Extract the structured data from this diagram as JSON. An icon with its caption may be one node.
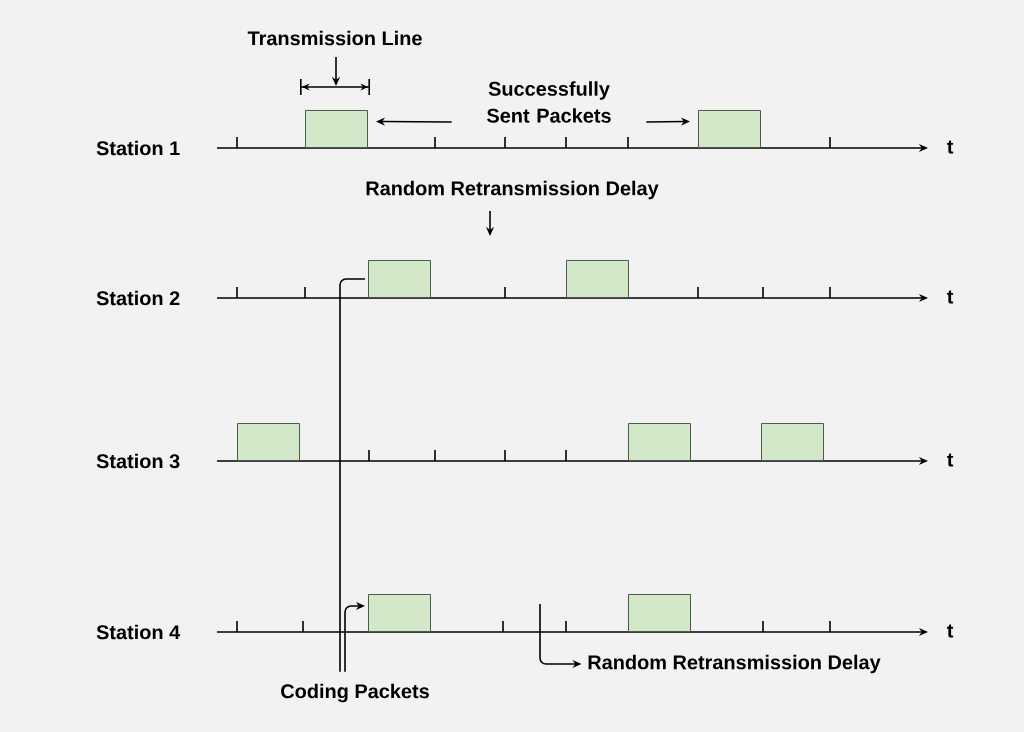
{
  "diagram": {
    "nodes": [
      {
        "text": [
          "Transmission Line"
        ]
      },
      {
        "text": [
          "Successfully Sent Packets"
        ]
      },
      {
        "text": [],
        "shape": "box"
      },
      {
        "text": [],
        "shape": "box"
      },
      {
        "text": [
          "Random Retransmission Delay"
        ]
      },
      {
        "text": [],
        "shape": "box"
      },
      {
        "text": [],
        "shape": "box"
      },
      {
        "text": [],
        "shape": "box"
      },
      {
        "text": [],
        "shape": "box"
      },
      {
        "text": [],
        "shape": "box"
      },
      {
        "text": [],
        "shape": "box"
      },
      {
        "text": [],
        "shape": "box"
      },
      {
        "text": [
          "Random Retransmission Delay"
        ]
      },
      {
        "text": [
          "Coding Packets"
        ]
      }
    ],
    "edges": [
      {
        "from": 0,
        "to": null,
        "arrow": "to"
      },
      {
        "from": 1,
        "to": 2,
        "arrow": "to"
      },
      {
        "from": 1,
        "to": 3,
        "arrow": "to"
      },
      {
        "from": 4,
        "to": null,
        "arrow": "to"
      },
      {
        "from": 13,
        "to": 5,
        "arrow": "none"
      },
      {
        "from": 13,
        "to": 10,
        "arrow": "to"
      },
      {
        "from": null,
        "to": 12,
        "arrow": "to"
      }
    ],
    "labels": [
      "Station 1",
      "t",
      "Station 2",
      "t",
      "Station 3",
      "t",
      "Station 4",
      "t"
    ]
  }
}
